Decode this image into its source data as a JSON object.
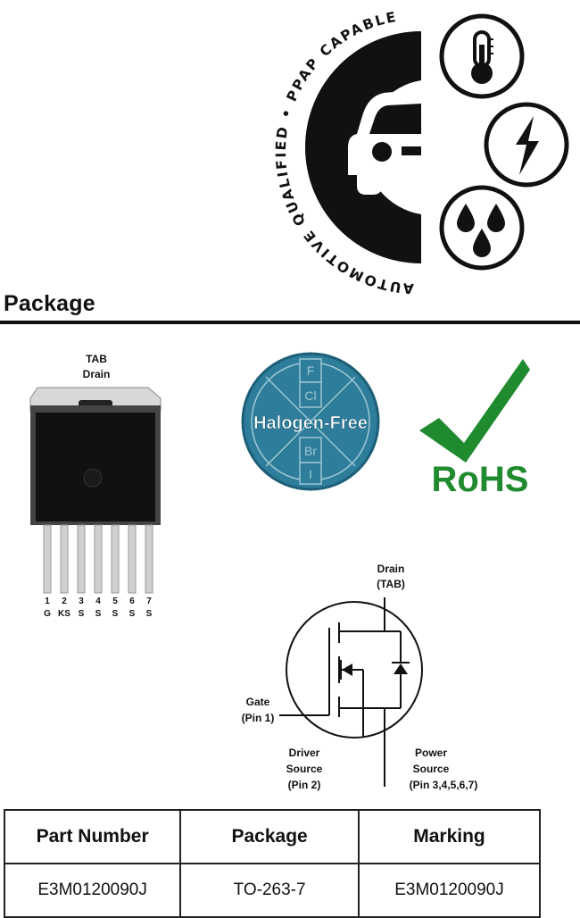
{
  "badge": {
    "ring_text": "AUTOMOTIVE QUALIFIED • PPAP CAPABLE",
    "icons": [
      "thermometer-icon",
      "lightning-icon",
      "water-drops-icon",
      "car-icon"
    ]
  },
  "package_section": {
    "heading": "Package"
  },
  "package_drawing": {
    "tab_label_line1": "TAB",
    "tab_label_line2": "Drain",
    "pins": [
      {
        "number": "1",
        "function": "G"
      },
      {
        "number": "2",
        "function": "KS"
      },
      {
        "number": "3",
        "function": "S"
      },
      {
        "number": "4",
        "function": "S"
      },
      {
        "number": "5",
        "function": "S"
      },
      {
        "number": "6",
        "function": "S"
      },
      {
        "number": "7",
        "function": "S"
      }
    ]
  },
  "halogen_badge": {
    "label": "Halogen-Free",
    "elements": [
      "F",
      "Cl",
      "Br",
      "I"
    ],
    "color": "#2e7d9a"
  },
  "rohs_badge": {
    "label": "RoHS",
    "color": "#1f8a2e"
  },
  "schematic": {
    "drain_line1": "Drain",
    "drain_line2": "(TAB)",
    "gate_line1": "Gate",
    "gate_line2": "(Pin 1)",
    "driver_line1": "Driver",
    "driver_line2": "Source",
    "driver_line3": "(Pin 2)",
    "power_line1": "Power",
    "power_line2": "Source",
    "power_line3": "(Pin 3,4,5,6,7)"
  },
  "table": {
    "headers": [
      "Part Number",
      "Package",
      "Marking"
    ],
    "rows": [
      [
        "E3M0120090J",
        "TO-263-7",
        "E3M0120090J"
      ]
    ]
  }
}
